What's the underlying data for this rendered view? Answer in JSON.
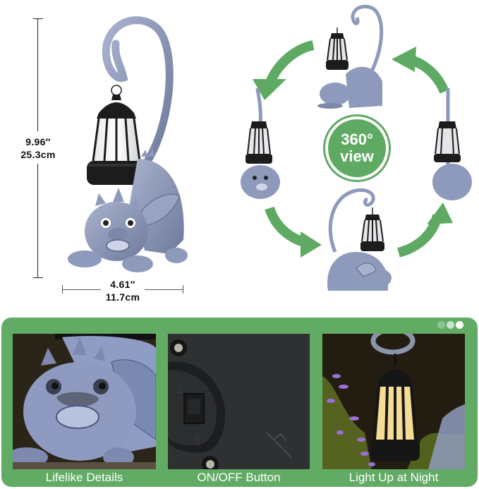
{
  "dimensions": {
    "height_in": "9.96″",
    "height_cm": "25.3cm",
    "width_in": "4.61″",
    "width_cm": "11.7cm"
  },
  "rotation_badge": {
    "line1": "360°",
    "line2": "view"
  },
  "features": [
    {
      "caption": "Lifelike Details"
    },
    {
      "caption": "ON/OFF Button"
    },
    {
      "caption": "Light Up at Night"
    }
  ],
  "colors": {
    "accent_green": "#62ab65",
    "arrow_green": "#5faa63",
    "statue_blue_gray": "#8f9cbd",
    "lantern_black": "#1c1c1c"
  },
  "carousel_dots": [
    {
      "state": "inactive"
    },
    {
      "state": "inactive"
    },
    {
      "state": "active"
    }
  ]
}
